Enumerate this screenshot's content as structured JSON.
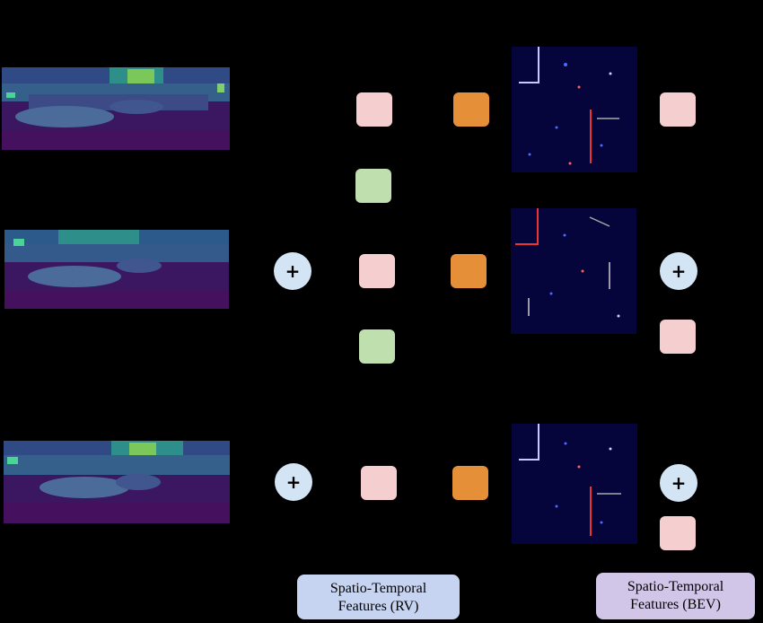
{
  "labels": {
    "rv": {
      "line1": "Spatio-Temporal",
      "line2": "Features (RV)"
    },
    "bev": {
      "line1": "Spatio-Temporal",
      "line2": "Features (BEV)"
    }
  },
  "plus_symbol": "+",
  "colors": {
    "background": "#000000",
    "rv_image": "#43135f",
    "bev_image": "#06063f",
    "pink_block": "#f5cecf",
    "green_block": "#bfdfae",
    "orange_block": "#e58f38",
    "plus_circle": "#d3e5f5",
    "rv_label": "#c7d4f1",
    "bev_label": "#d2c6e8"
  },
  "icons": {
    "plus": "plus-icon"
  }
}
